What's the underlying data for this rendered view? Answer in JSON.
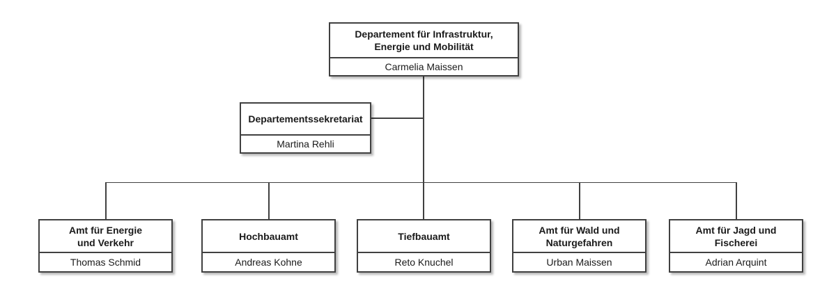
{
  "org_chart": {
    "department": {
      "title": "Departement für Infrastruktur,\nEnergie und Mobilität",
      "person": "Carmelia Maissen"
    },
    "secretariat": {
      "title": "Departementssekretariat",
      "person": "Martina Rehli"
    },
    "offices": [
      {
        "title": "Amt für Energie\nund Verkehr",
        "person": "Thomas Schmid"
      },
      {
        "title": "Hochbauamt",
        "person": "Andreas Kohne"
      },
      {
        "title": "Tiefbauamt",
        "person": "Reto Knuchel"
      },
      {
        "title": "Amt für Wald und\nNaturgefahren",
        "person": "Urban Maissen"
      },
      {
        "title": "Amt für Jagd und Fischerei",
        "person": "Adrian Arquint"
      }
    ],
    "colors": {
      "box_border": "#404040",
      "box_background": "#ffffff",
      "text": "#1a1a1a",
      "connector": "#404040",
      "page_background": "#ffffff"
    }
  }
}
